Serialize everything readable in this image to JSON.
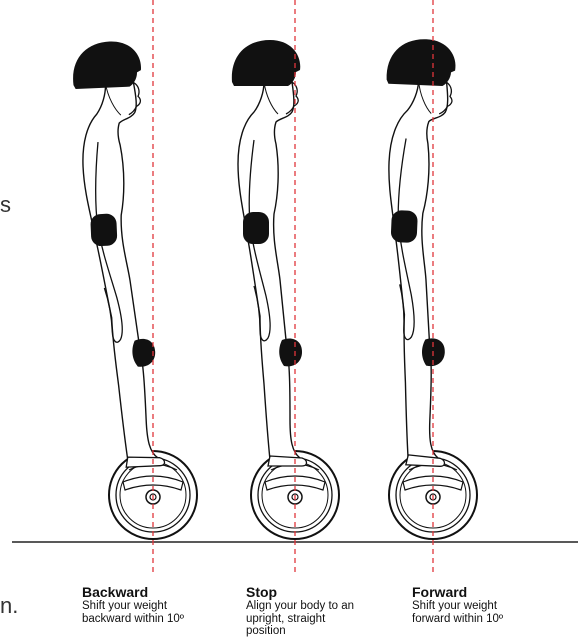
{
  "edge_fragments": {
    "left_glyph": "s",
    "bottom_glyph": "n."
  },
  "colors": {
    "ink": "#111111",
    "gear": "#111111",
    "guide": "#e0353b",
    "skin": "#ffffff"
  },
  "icons": [
    "helmet-icon",
    "elbow-pad-icon",
    "knee-pad-icon",
    "wheel-icon"
  ],
  "figures": [
    {
      "key": "backward",
      "title": "Backward",
      "description": "Shift your weight backward within 10º",
      "lean": "backward"
    },
    {
      "key": "stop",
      "title": "Stop",
      "description": "Align your body to an upright, straight position",
      "lean": "upright"
    },
    {
      "key": "forward",
      "title": "Forward",
      "description": "Shift your weight forward within 10º",
      "lean": "forward"
    }
  ]
}
